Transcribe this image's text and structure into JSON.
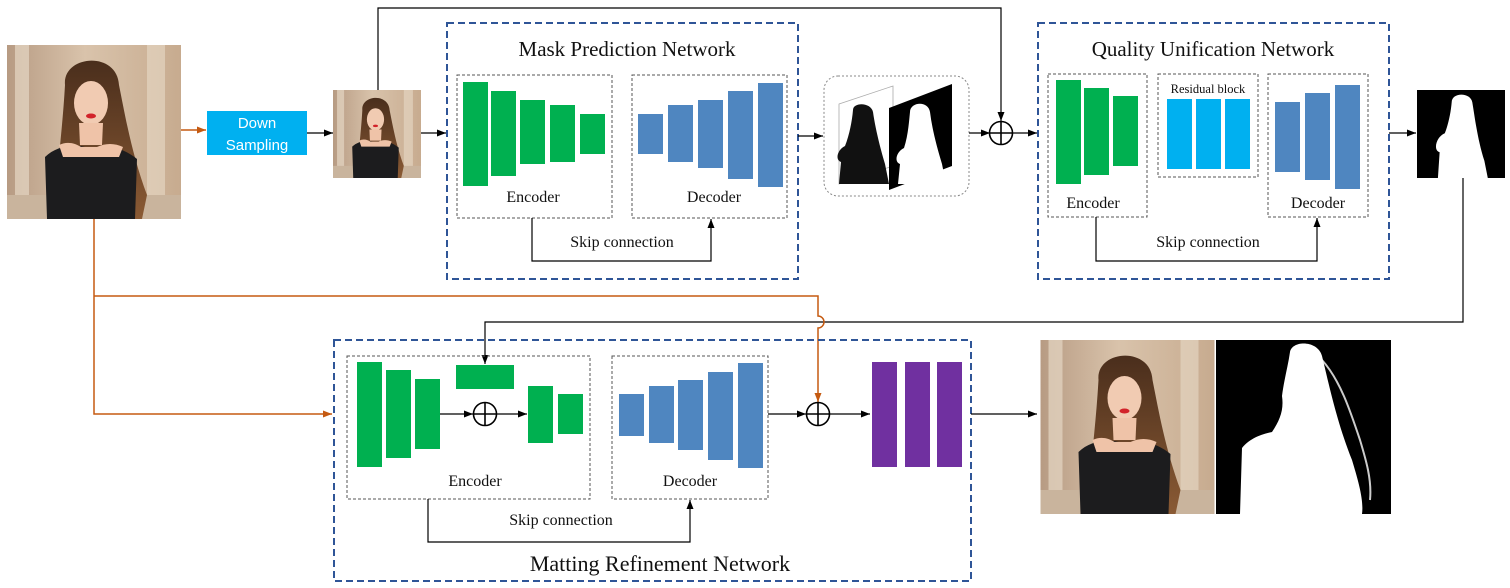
{
  "networks": {
    "mask_prediction": {
      "title": "Mask Prediction Network",
      "encoder_label": "Encoder",
      "decoder_label": "Decoder",
      "skip_label": "Skip connection"
    },
    "quality_unification": {
      "title": "Quality Unification Network",
      "encoder_label": "Encoder",
      "residual_label": "Residual block",
      "decoder_label": "Decoder",
      "skip_label": "Skip connection"
    },
    "matting_refinement": {
      "title": "Matting Refinement Network",
      "encoder_label": "Encoder",
      "decoder_label": "Decoder",
      "skip_label": "Skip connection"
    }
  },
  "downsampling": {
    "label_line1": "Down",
    "label_line2": "Sampling"
  },
  "colors": {
    "encoder": "#00b050",
    "decoder": "#4f86c0",
    "residual": "#00b0f0",
    "refine": "#7030a0",
    "downsample_box": "#00b0f0",
    "orange_line": "#c55a11",
    "dashed_border": "#2f5597",
    "arrow": "#000000"
  },
  "icons": {
    "input_image": "portrait-photo",
    "small_image": "portrait-photo-small",
    "masks": "predicted-masks-thumbnail",
    "output_mask": "coarse-mask-thumbnail",
    "final_output": "foreground-and-alpha-matte"
  }
}
